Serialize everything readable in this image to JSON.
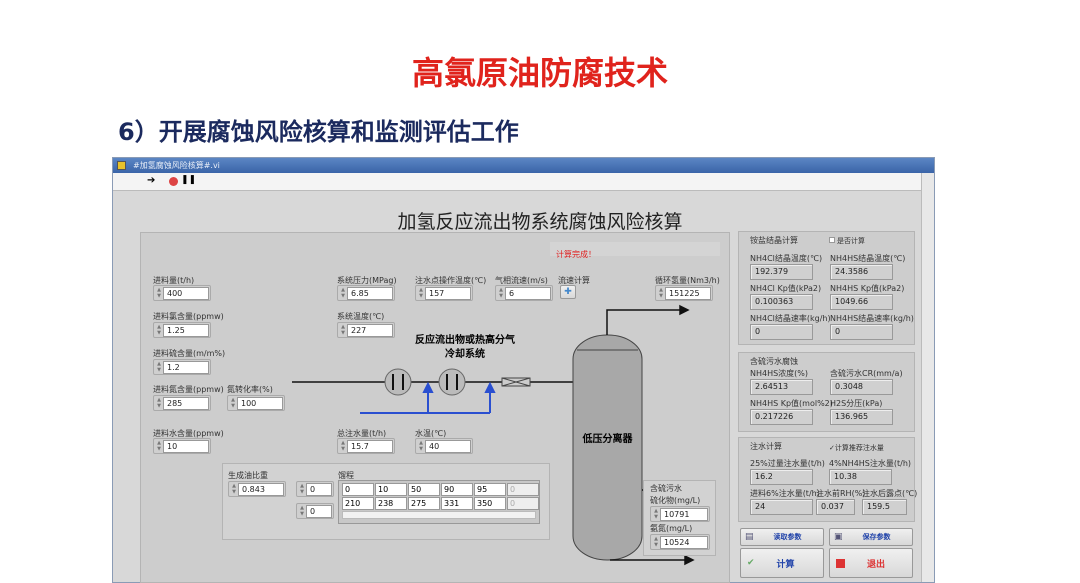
{
  "slide": {
    "title": "高氯原油防腐技术",
    "subtitle": "6）开展腐蚀风险核算和监测评估工作"
  },
  "window": {
    "title": "#加氢腐蚀风险核算#.vi",
    "panel_title": "加氢反应流出物系统腐蚀风险核算",
    "status": "计算完成！"
  },
  "inputs": {
    "feed_rate": {
      "label": "进料量(t/h)",
      "value": "400"
    },
    "feed_cl": {
      "label": "进料氯含量(ppmw)",
      "value": "1.25"
    },
    "feed_s": {
      "label": "进料硫含量(m/m%)",
      "value": "1.2"
    },
    "feed_n": {
      "label": "进料氮含量(ppmw)",
      "value": "285"
    },
    "n_conv": {
      "label": "氮转化率(%)",
      "value": "100"
    },
    "feed_water": {
      "label": "进料水含量(ppmw)",
      "value": "10"
    },
    "sys_pressure": {
      "label": "系统压力(MPag)",
      "value": "6.85"
    },
    "inj_temp": {
      "label": "注水点操作温度(℃)",
      "value": "157"
    },
    "gas_velocity": {
      "label": "气相流速(m/s)",
      "value": "6"
    },
    "velocity_calc": {
      "label": "流速计算"
    },
    "recycle_h2": {
      "label": "循环氢量(Nm3/h)",
      "value": "151225"
    },
    "sys_temp": {
      "label": "系统温度(℃)",
      "value": "227"
    },
    "total_water": {
      "label": "总注水量(t/h)",
      "value": "15.7"
    },
    "water_temp": {
      "label": "水温(℃)",
      "value": "40"
    },
    "oil_gravity": {
      "label": "生成油比重",
      "value": "0.843"
    },
    "idx1": "0",
    "idx2": "0",
    "distill": {
      "label": "馏程",
      "rows": [
        [
          "0",
          "10",
          "50",
          "90",
          "95",
          "0"
        ],
        [
          "210",
          "238",
          "275",
          "331",
          "350",
          "0"
        ]
      ]
    }
  },
  "diagram": {
    "cooling": "反应流出物或热高分气",
    "cooling2": "冷却系统",
    "separator": "低压分离器"
  },
  "sour_water": {
    "title": "含硫污水",
    "sulfide": {
      "label": "硫化物(mg/L)",
      "value": "10791"
    },
    "ammonia": {
      "label": "氨氮(mg/L)",
      "value": "10524"
    }
  },
  "salt": {
    "title": "铵盐结晶计算",
    "checkbox": "是否计算",
    "fields": [
      {
        "label": "NH4Cl结晶温度(℃)",
        "value": "192.379"
      },
      {
        "label": "NH4HS结晶温度(℃)",
        "value": "24.3586"
      },
      {
        "label": "NH4Cl Kp值(kPa2)",
        "value": "0.100363"
      },
      {
        "label": "NH4HS Kp值(kPa2)",
        "value": "1049.66"
      },
      {
        "label": "NH4Cl结晶速率(kg/h)",
        "value": "0"
      },
      {
        "label": "NH4HS结晶速率(kg/h)",
        "value": "0"
      }
    ]
  },
  "corrosion": {
    "title": "含硫污水腐蚀",
    "fields": [
      {
        "label": "NH4HS浓度(%)",
        "value": "2.64513"
      },
      {
        "label": "含硫污水CR(mm/a)",
        "value": "0.3048"
      },
      {
        "label": "NH4HS Kp值(mol%2)",
        "value": "0.217226"
      },
      {
        "label": "H2S分压(kPa)",
        "value": "136.965"
      }
    ]
  },
  "water": {
    "title": "注水计算",
    "checkbox": "计算推荐注水量",
    "fields": [
      {
        "label": "25%过量注水量(t/h)",
        "value": "16.2"
      },
      {
        "label": "4%NH4HS注水量(t/h)",
        "value": "10.38"
      },
      {
        "label": "进料6%注水量(t/h)",
        "value": "24"
      },
      {
        "label": "注水前RH(%)",
        "value": "0.037"
      },
      {
        "label": "注水后露点(℃)",
        "value": "159.5"
      }
    ]
  },
  "buttons": {
    "read": "读取参数",
    "save": "保存参数",
    "calc": "计算",
    "exit": "退出"
  }
}
